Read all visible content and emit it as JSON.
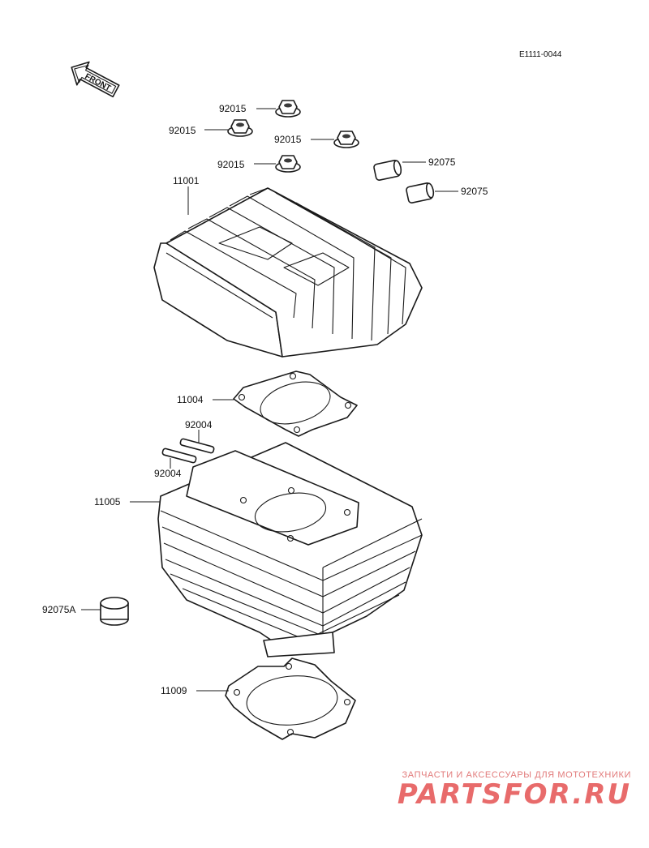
{
  "diagram_code": "E1111-0044",
  "front_label": "FRONT",
  "parts": {
    "nut_1": "92015",
    "nut_2": "92015",
    "nut_3": "92015",
    "nut_4": "92015",
    "dowel_1": "92075",
    "dowel_2": "92075",
    "cylinder_head": "11001",
    "head_gasket": "11004",
    "stud_1": "92004",
    "stud_2": "92004",
    "cylinder": "11005",
    "dowel_a": "92075A",
    "base_gasket": "11009"
  },
  "watermark": {
    "tagline": "ЗАПЧАСТИ И АКСЕССУАРЫ ДЛЯ МОТОТЕХНИКИ",
    "brand": "PARTSFOR.RU"
  }
}
